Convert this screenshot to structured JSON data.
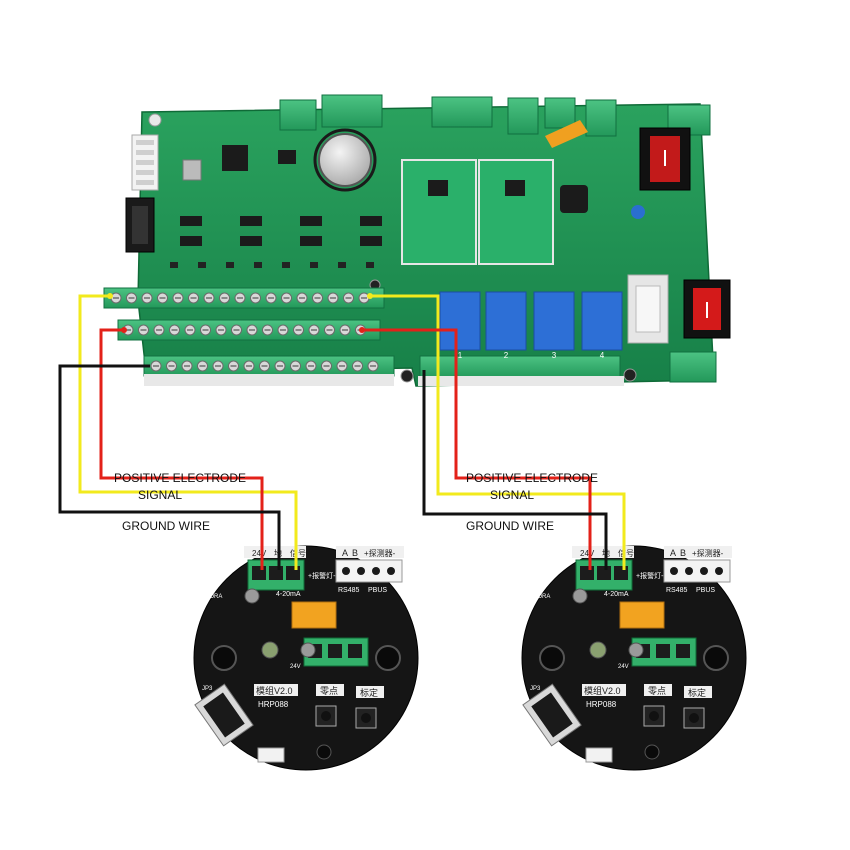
{
  "labels": {
    "positive": "POSITIVE ELECTRODE",
    "signal": "SIGNAL",
    "ground": "GROUND WIRE"
  },
  "detector": {
    "terminal_24v": "24V",
    "terminal_gnd": "地",
    "terminal_sig": "信号",
    "ab_a": "A",
    "ab_b": "B",
    "probe": "+探测器-",
    "alarm": "+报警灯-",
    "current": "4-20mA",
    "rs485": "RS485",
    "pb": "PBUS",
    "module": "模组V2.0",
    "model": "HRP088",
    "zero": "零点",
    "calib": "标定",
    "lora": "LORA",
    "voltage": "24V",
    "jp": "JP3"
  },
  "relays": [
    "1",
    "2",
    "3",
    "4"
  ],
  "colors": {
    "positive": "#e32119",
    "signal": "#f2ea1d",
    "ground": "#111111",
    "pcb_green": "#1f9a55",
    "terminal_green": "#33b06a",
    "relay_blue": "#2d6fd6",
    "rocker_red": "#d41a1a",
    "detector_black": "#151515",
    "amber_relay": "#f2a320"
  }
}
